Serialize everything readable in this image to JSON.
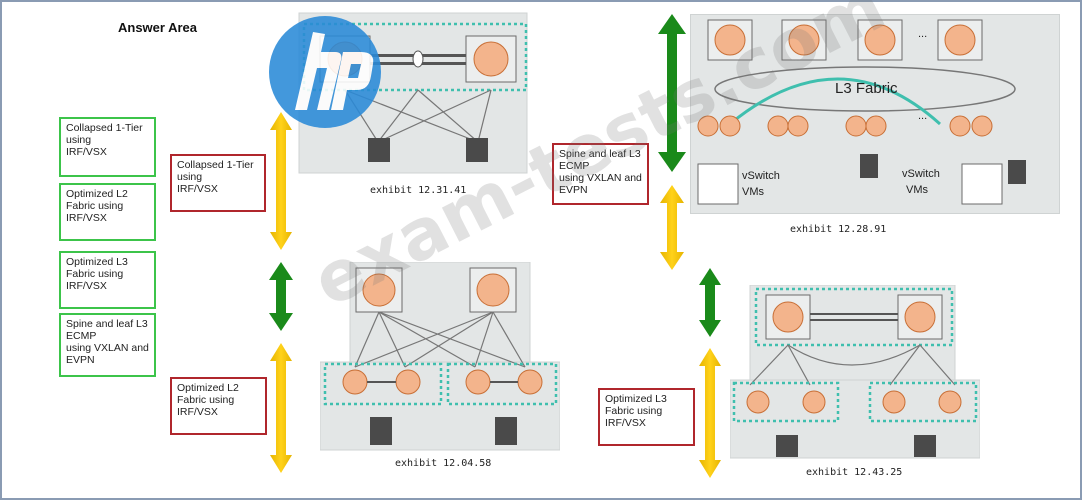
{
  "title": "Answer Area",
  "sources": [
    {
      "id": "s1",
      "text": "Collapsed 1-Tier\nusing\nIRF/VSX"
    },
    {
      "id": "s2",
      "text": "Optimized L2\nFabric using\nIRF/VSX"
    },
    {
      "id": "s3",
      "text": "Optimized L3\nFabric using\nIRF/VSX"
    },
    {
      "id": "s4",
      "text": "Spine and leaf L3\nECMP\nusing VXLAN and\nEVPN"
    }
  ],
  "answers": [
    {
      "id": "a1",
      "text": "Collapsed 1-Tier\nusing\nIRF/VSX"
    },
    {
      "id": "a2",
      "text": "Optimized L2\nFabric using\nIRF/VSX"
    },
    {
      "id": "a3",
      "text": "Spine and leaf L3\nECMP\nusing VXLAN and\nEVPN"
    },
    {
      "id": "a4",
      "text": "Optimized L3\nFabric using\nIRF/VSX"
    }
  ],
  "exhibits": {
    "e1": "exhibit 12.31.41",
    "e2": "exhibit 12.04.58",
    "e3": "exhibit 12.28.91",
    "e4": "exhibit 12.43.25"
  },
  "fabric_label": "L3 Fabric",
  "vswitch_left": "vSwitch",
  "vms_left": "VMs",
  "vswitch_right": "vSwitch",
  "vms_right": "VMs",
  "dots": "...",
  "watermark": "exam-tests.com",
  "colors": {
    "green_border": "#3cc44a",
    "red_border": "#b0262c",
    "arrow_yellow": "#f2c200",
    "arrow_green": "#1a8a1a",
    "logo_blue": "#2a8ad8",
    "switch_orange": "#f3b48c",
    "teal_dashed": "#3fbfae"
  }
}
